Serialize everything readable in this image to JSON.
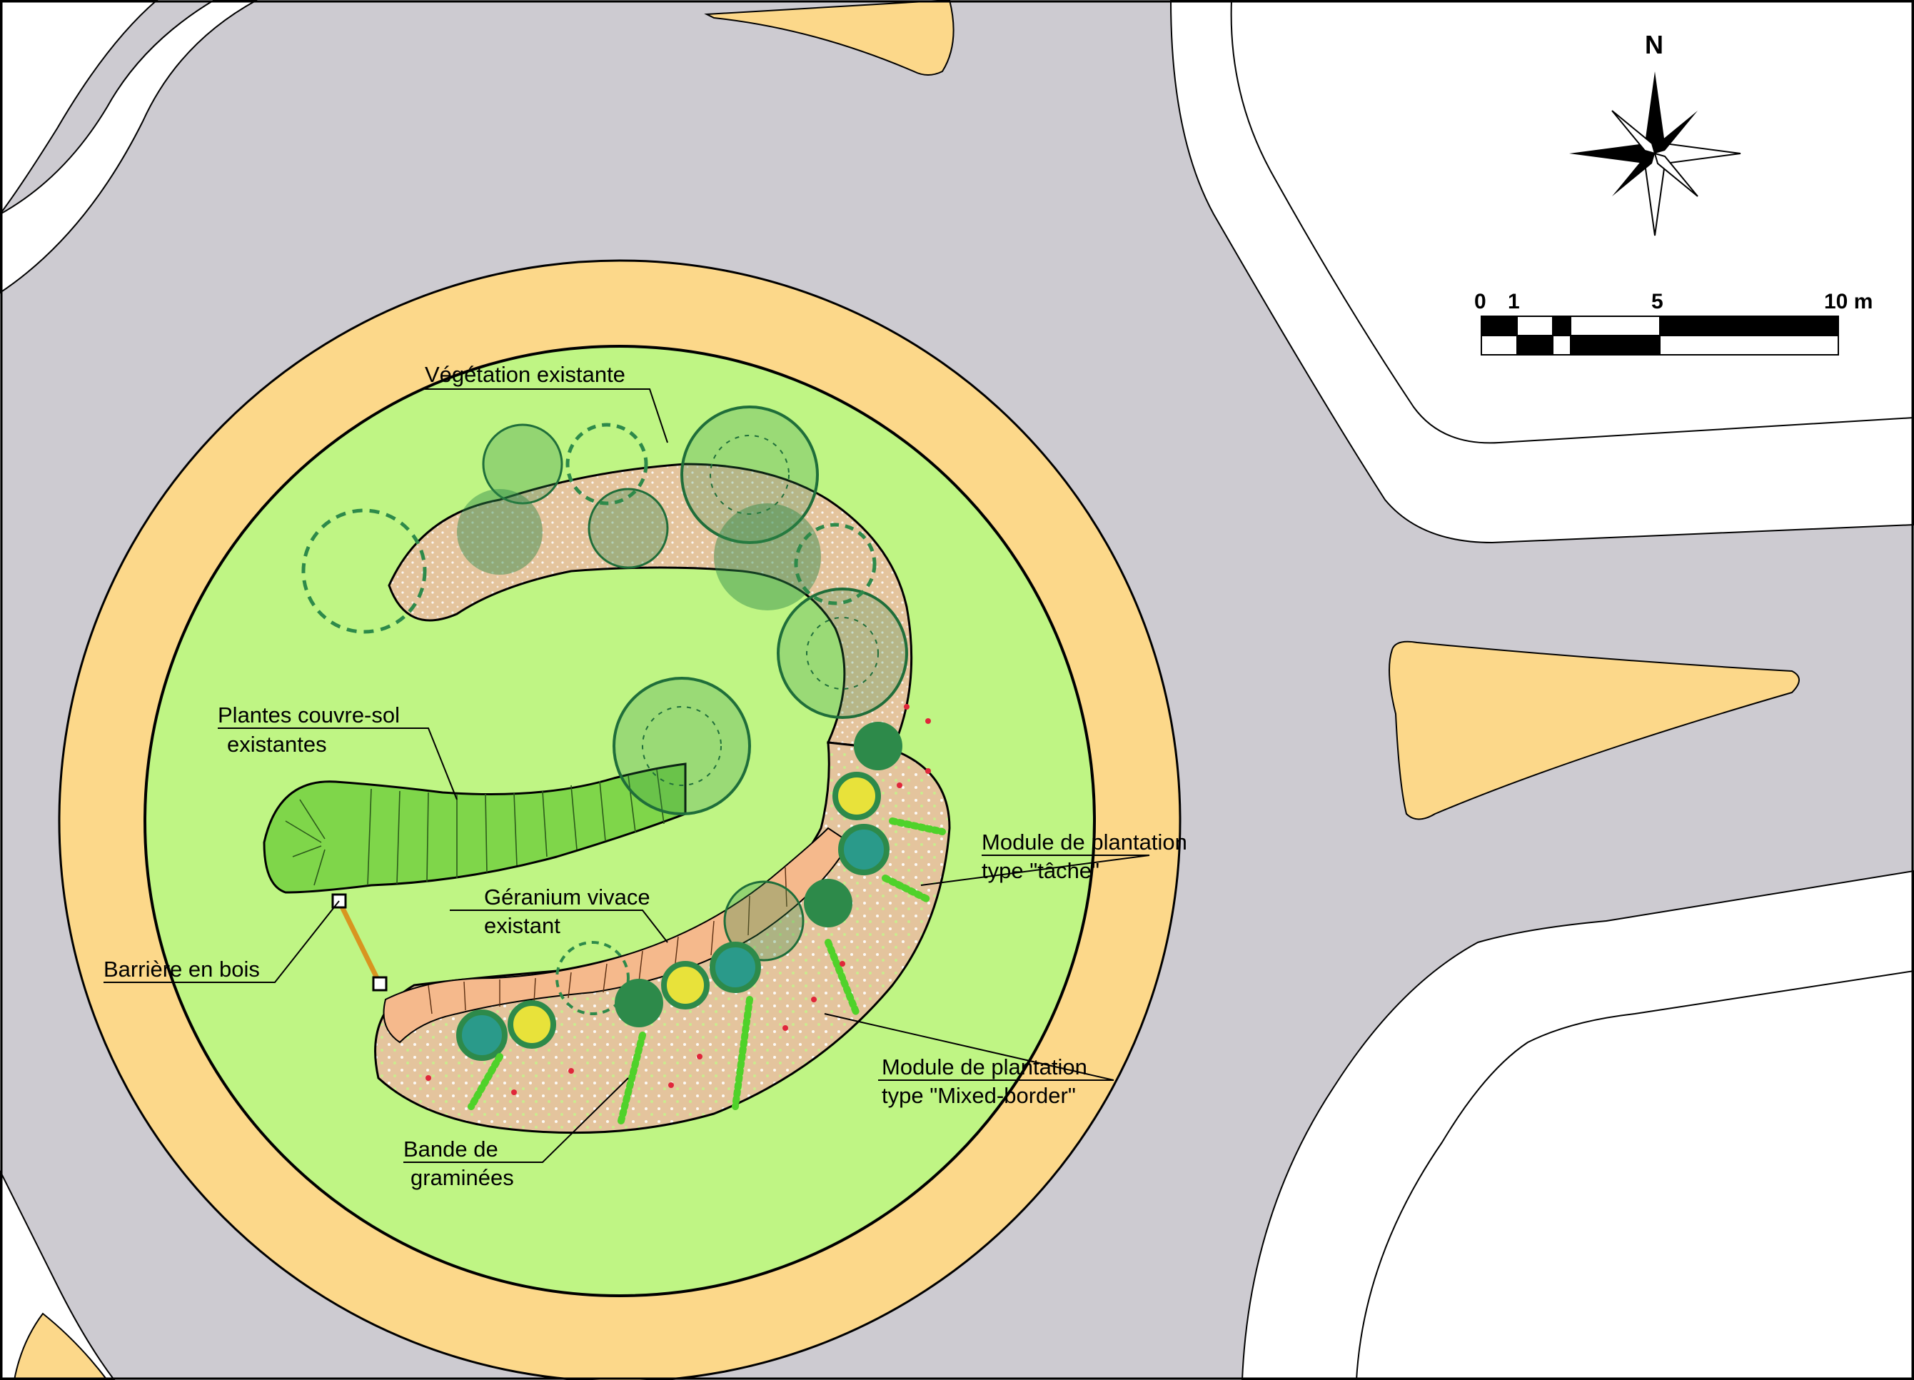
{
  "north_label": "N",
  "scale_bar": {
    "ticks": [
      "0",
      "1",
      "5",
      "10 m"
    ]
  },
  "labels": {
    "vegetation_existante": "Végétation existante",
    "plantes_line1": "Plantes couvre-sol",
    "plantes_line2": "existantes",
    "geranium_line1": "Géranium vivace",
    "geranium_line2": "existant",
    "barriere": "Barrière en bois",
    "tache_line1": "Module de plantation",
    "tache_line2": "type \"tâche\"",
    "mixed_line1": "Module de plantation",
    "mixed_line2": "type \"Mixed-border\"",
    "bande_line1": "Bande de",
    "bande_line2": "graminées"
  },
  "colors": {
    "road": "#cdcbd1",
    "sidewalk": "#ffffff",
    "verge": "#fcd88a",
    "lawn": "#bff584",
    "soil": "#e4c49d",
    "geranium": "#f5b98c",
    "groundcover": "#7fd64a",
    "tree_dark": "#2d8a4a",
    "tree_light": "#3fbf5a",
    "shrub_yellow": "#e8e23a",
    "shrub_teal": "#2a9a8a",
    "grass": "#a6e84a",
    "accent_red": "#e0263a",
    "barrier": "#d89520"
  }
}
